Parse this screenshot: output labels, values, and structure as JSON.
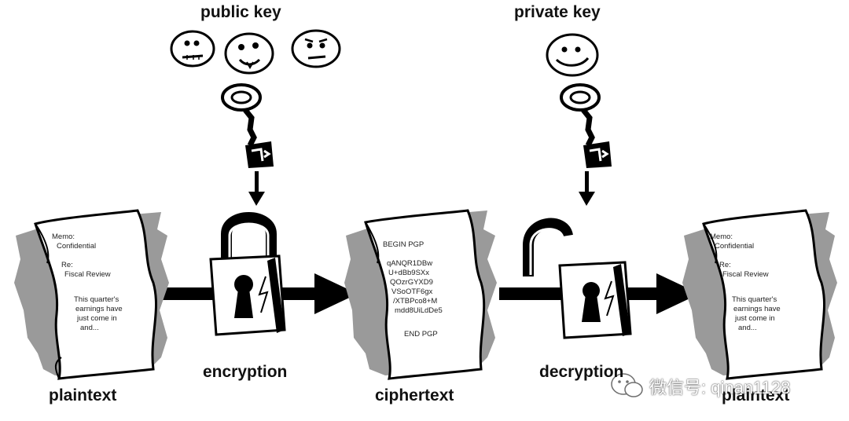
{
  "labels": {
    "public_key": "public key",
    "private_key": "private key",
    "encryption": "encryption",
    "decryption": "decryption",
    "plaintext_left": "plaintext",
    "ciphertext": "ciphertext",
    "plaintext_right": "plaintext"
  },
  "documents": {
    "plaintext": [
      "Memo:",
      "Confidential",
      "Re:",
      "Fiscal Review",
      "This quarter's",
      "earnings have",
      "just come in",
      "and..."
    ],
    "ciphertext": [
      "BEGIN PGP",
      "qANQR1DBw",
      "U+dBb9SXx",
      "QOzrGYXD9",
      "VSoOTF6gx",
      "/XTBPco8+M",
      "mdd8UiLdDe5",
      "END PGP"
    ]
  },
  "watermark": {
    "text": "微信号: qinan1128"
  },
  "icons": [
    "face-surprised-icon",
    "face-grinning-icon",
    "face-unamused-icon",
    "face-smiling-icon",
    "public-key-icon",
    "private-key-icon",
    "closed-padlock-icon",
    "open-padlock-icon",
    "wechat-watermark-icon"
  ],
  "colors": {
    "ink": "#000000",
    "shadow": "#9a9a9a",
    "paper": "#ffffff"
  }
}
